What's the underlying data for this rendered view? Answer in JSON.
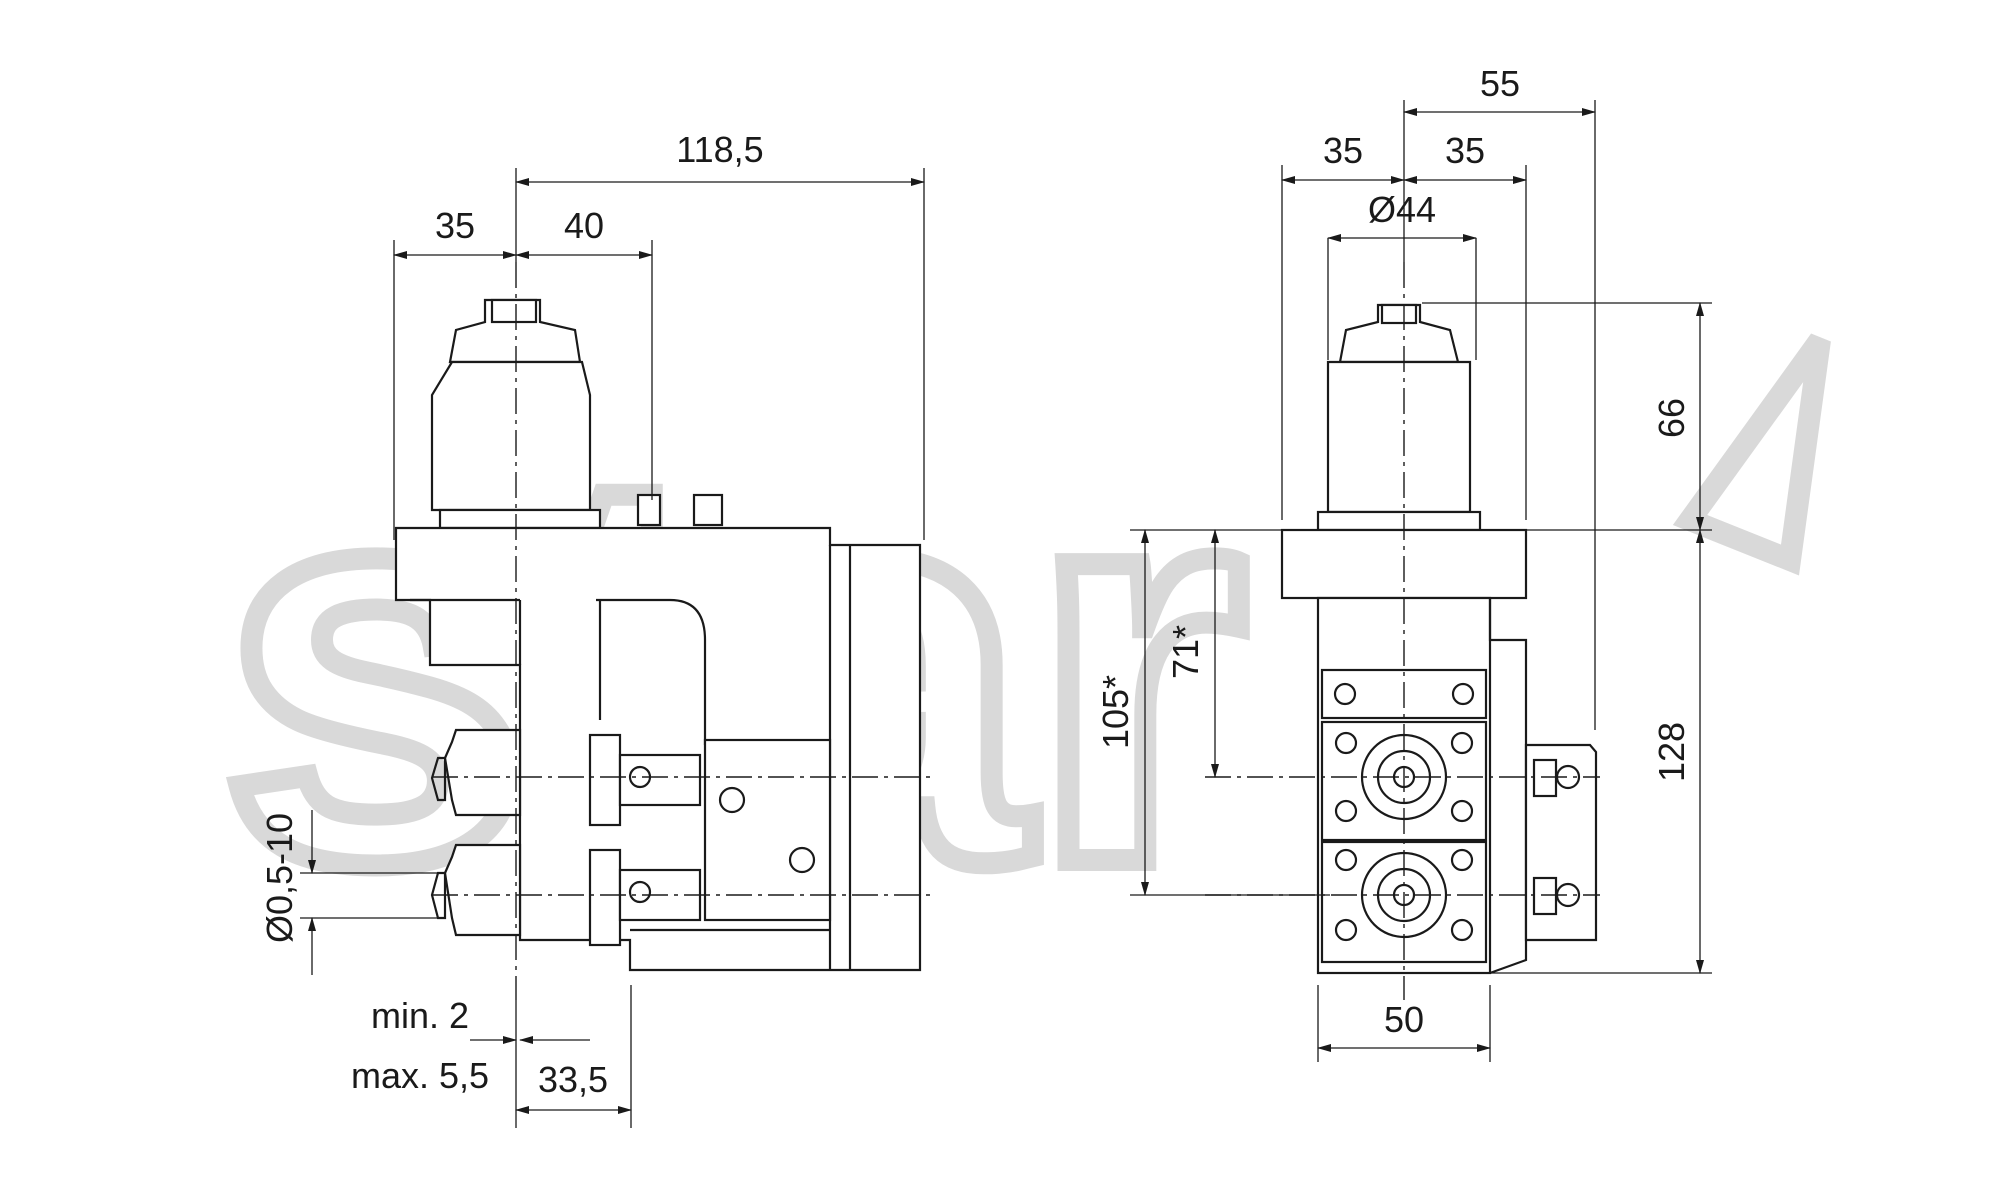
{
  "watermark": {
    "text": "star",
    "color": "#d9d9d9"
  },
  "side_view": {
    "dim_overall_width": "118,5",
    "dim_left_offset": "35",
    "dim_right_offset": "40",
    "dim_collet_range": "Ø0,5-10",
    "dim_min_protrusion": "min. 2",
    "dim_max_protrusion": "max. 5,5",
    "dim_spindle_spacing": "33,5"
  },
  "front_view": {
    "dim_top_width": "55",
    "dim_left_half": "35",
    "dim_right_half": "35",
    "dim_collet_diameter": "Ø44",
    "dim_upper_height": "66",
    "dim_lower_height": "128",
    "dim_height_105": "105*",
    "dim_height_71": "71*",
    "dim_base_width": "50"
  }
}
